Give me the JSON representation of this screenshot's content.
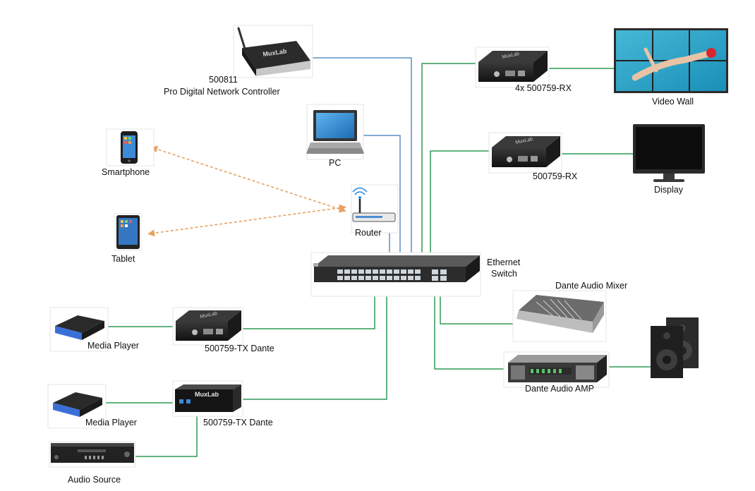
{
  "devices": {
    "controller": {
      "model": "500811",
      "name": "Pro Digital Network Controller",
      "brand": "MuxLab"
    },
    "pc": {
      "label": "PC"
    },
    "smartphone": {
      "label": "Smartphone"
    },
    "tablet": {
      "label": "Tablet"
    },
    "router": {
      "label": "Router"
    },
    "switch": {
      "label_line1": "Ethernet",
      "label_line2": "Switch"
    },
    "rx_wall": {
      "label": "4x 500759-RX",
      "brand": "MuxLab"
    },
    "video_wall": {
      "label": "Video Wall"
    },
    "rx_display": {
      "label": "500759-RX",
      "brand": "MuxLab"
    },
    "display": {
      "label": "Display"
    },
    "mixer": {
      "label": "Dante Audio Mixer"
    },
    "amp": {
      "label": "Dante Audio AMP"
    },
    "media_player_1": {
      "label": "Media Player"
    },
    "tx_dante_1": {
      "label": "500759-TX Dante",
      "brand": "MuxLab"
    },
    "media_player_2": {
      "label": "Media Player"
    },
    "tx_dante_2": {
      "label": "500759-TX Dante",
      "brand": "MuxLab"
    },
    "audio_source": {
      "label": "Audio Source"
    },
    "speakers": {
      "label": ""
    }
  },
  "colors": {
    "network_line": "#5b8fc7",
    "av_line": "#2e9a55",
    "wireless_line": "#e8a060"
  }
}
